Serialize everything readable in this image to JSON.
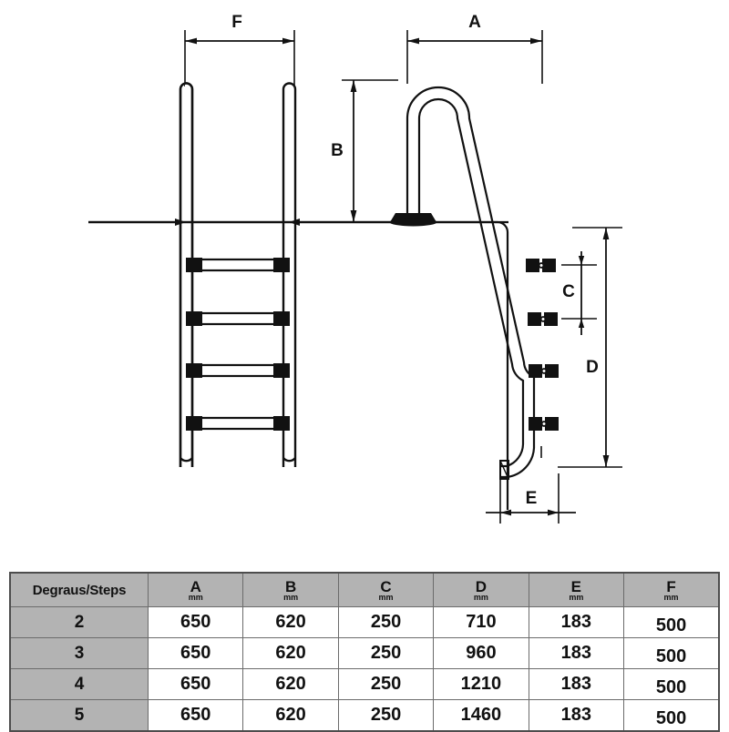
{
  "drawing": {
    "title": "Pool ladder technical drawing",
    "views": {
      "front": {
        "name": "front-view-ladder",
        "step_count_drawn": 4,
        "rail_count": 2
      },
      "side": {
        "name": "side-view-ladder",
        "step_count_drawn": 4,
        "has_curved_handrail": true,
        "has_deck_flange": true
      }
    },
    "dimension_labels": {
      "A": "A",
      "B": "B",
      "C": "C",
      "D": "D",
      "E": "E",
      "F": "F"
    }
  },
  "table": {
    "name": "dimensions-table",
    "columns": [
      {
        "key": "steps",
        "label": "Degraus/Steps",
        "unit": ""
      },
      {
        "key": "A",
        "label": "A",
        "unit": "mm"
      },
      {
        "key": "B",
        "label": "B",
        "unit": "mm"
      },
      {
        "key": "C",
        "label": "C",
        "unit": "mm"
      },
      {
        "key": "D",
        "label": "D",
        "unit": "mm"
      },
      {
        "key": "E",
        "label": "E",
        "unit": "mm"
      },
      {
        "key": "F",
        "label": "F",
        "unit": "mm"
      }
    ],
    "rows": [
      {
        "steps": "2",
        "A": "650",
        "B": "620",
        "C": "250",
        "D": "710",
        "E": "183",
        "F": "500"
      },
      {
        "steps": "3",
        "A": "650",
        "B": "620",
        "C": "250",
        "D": "960",
        "E": "183",
        "F": "500"
      },
      {
        "steps": "4",
        "A": "650",
        "B": "620",
        "C": "250",
        "D": "1210",
        "E": "183",
        "F": "500"
      },
      {
        "steps": "5",
        "A": "650",
        "B": "620",
        "C": "250",
        "D": "1460",
        "E": "183",
        "F": "500"
      }
    ]
  },
  "colors": {
    "line": "#111111",
    "header_fill": "#b3b3b3",
    "table_border": "#4d4d4d",
    "background": "#ffffff"
  }
}
